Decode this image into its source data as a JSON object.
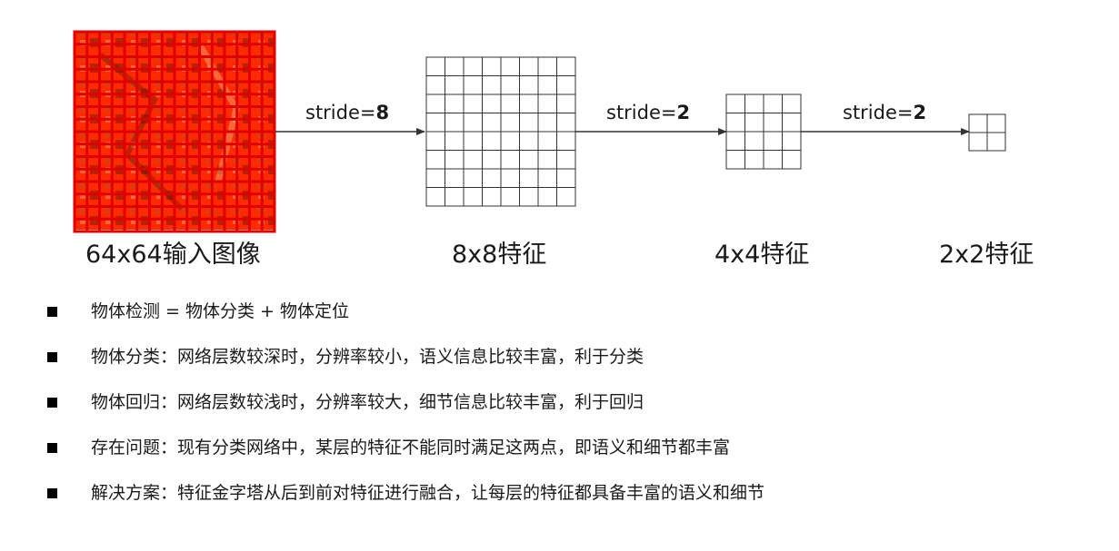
{
  "diagram": {
    "stages": [
      {
        "caption": "64x64输入图像",
        "type": "input-image",
        "grid": 8
      },
      {
        "caption": "8x8特征",
        "type": "feature-map",
        "grid": 8
      },
      {
        "caption": "4x4特征",
        "type": "feature-map",
        "grid": 4
      },
      {
        "caption": "2x2特征",
        "type": "feature-map",
        "grid": 2
      }
    ],
    "arrows": [
      {
        "prefix": "stride=",
        "value": "8"
      },
      {
        "prefix": "stride=",
        "value": "2"
      },
      {
        "prefix": "stride=",
        "value": "2"
      }
    ],
    "colors": {
      "image_overlay": "#ff1a00",
      "image_grid": "#e00000",
      "grid_line": "#333333",
      "arrow": "#333333"
    }
  },
  "bullets": [
    "物体检测 = 物体分类 + 物体定位",
    "物体分类：网络层数较深时，分辨率较小，语义信息比较丰富，利于分类",
    "物体回归：网络层数较浅时，分辨率较大，细节信息比较丰富，利于回归",
    "存在问题：现有分类网络中，某层的特征不能同时满足这两点，即语义和细节都丰富",
    "解决方案：特征金字塔从后到前对特征进行融合，让每层的特征都具备丰富的语义和细节"
  ]
}
